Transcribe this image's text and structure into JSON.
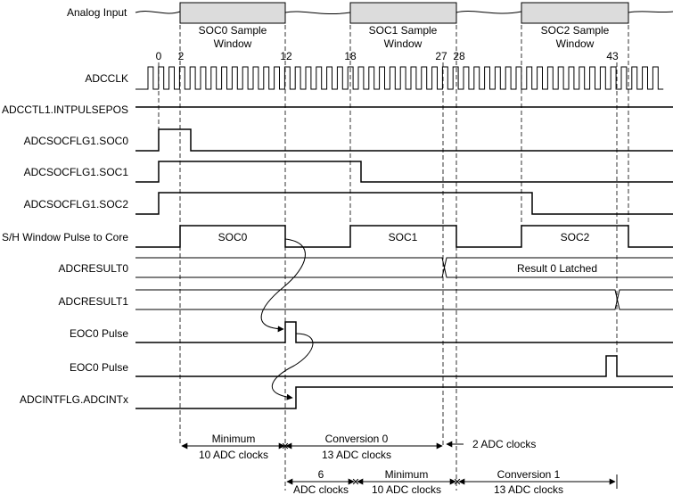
{
  "analog": {
    "label": "Analog Input"
  },
  "windows": [
    {
      "line1": "SOC0 Sample",
      "line2": "Window"
    },
    {
      "line1": "SOC1 Sample",
      "line2": "Window"
    },
    {
      "line1": "SOC2 Sample",
      "line2": "Window"
    }
  ],
  "clock_marks": [
    "0",
    "2",
    "12",
    "18",
    "27",
    "28",
    "43"
  ],
  "signals": [
    "ADCCLK",
    "ADCCTL1.INTPULSEPOS",
    "ADCSOCFLG1.SOC0",
    "ADCSOCFLG1.SOC1",
    "ADCSOCFLG1.SOC2",
    "S/H Window Pulse to Core",
    "ADCRESULT0",
    "ADCRESULT1",
    "EOC0 Pulse",
    "EOC0 Pulse",
    "ADCINTFLG.ADCINTx"
  ],
  "pulses": [
    "SOC0",
    "SOC1",
    "SOC2"
  ],
  "result0": "Result 0 Latched",
  "timing": {
    "min1_a": "Minimum",
    "min1_b": "10 ADC clocks",
    "conv0_a": "Conversion 0",
    "conv0_b": "13 ADC clocks",
    "two": "2 ADC clocks",
    "six_a": "6",
    "six_b": "ADC clocks",
    "min2_a": "Minimum",
    "min2_b": "10 ADC clocks",
    "conv1_a": "Conversion 1",
    "conv1_b": "13 ADC clocks"
  }
}
